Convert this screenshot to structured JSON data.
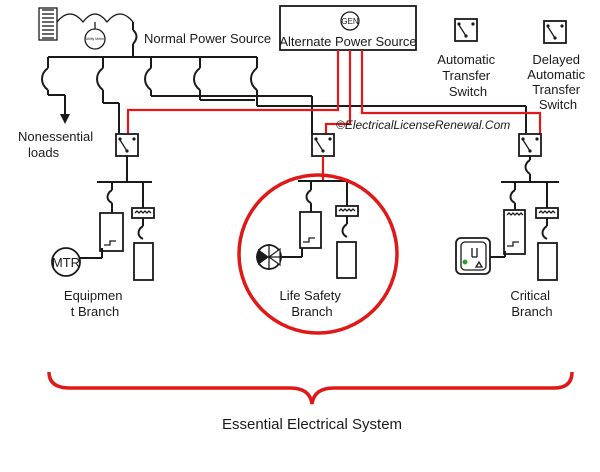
{
  "labels": {
    "normal_source": "Normal Power Source",
    "alternate_source": "Alternate Power Source",
    "generator": "GEN",
    "utility_meter": "Utility Meter",
    "nonessential": [
      "Nonessential",
      "loads"
    ],
    "ats_legend": [
      "Automatic",
      "Transfer",
      "Switch"
    ],
    "delayed_ats_legend": [
      "Delayed",
      "Automatic",
      "Transfer",
      "Switch"
    ],
    "watermark": "©ElectricalLicenseRenewal.Com",
    "equipment_branch": [
      "Equipmen",
      "t Branch"
    ],
    "motor": "MTR",
    "life_safety_branch": [
      "Life Safety",
      "Branch"
    ],
    "critical_branch": [
      "Critical",
      "Branch"
    ],
    "essential_system": "Essential Electrical System"
  },
  "colors": {
    "line": "#1a1a1a",
    "alternate_feed": "#e01818",
    "highlight_circle": "#e01818",
    "brace": "#e01818"
  }
}
